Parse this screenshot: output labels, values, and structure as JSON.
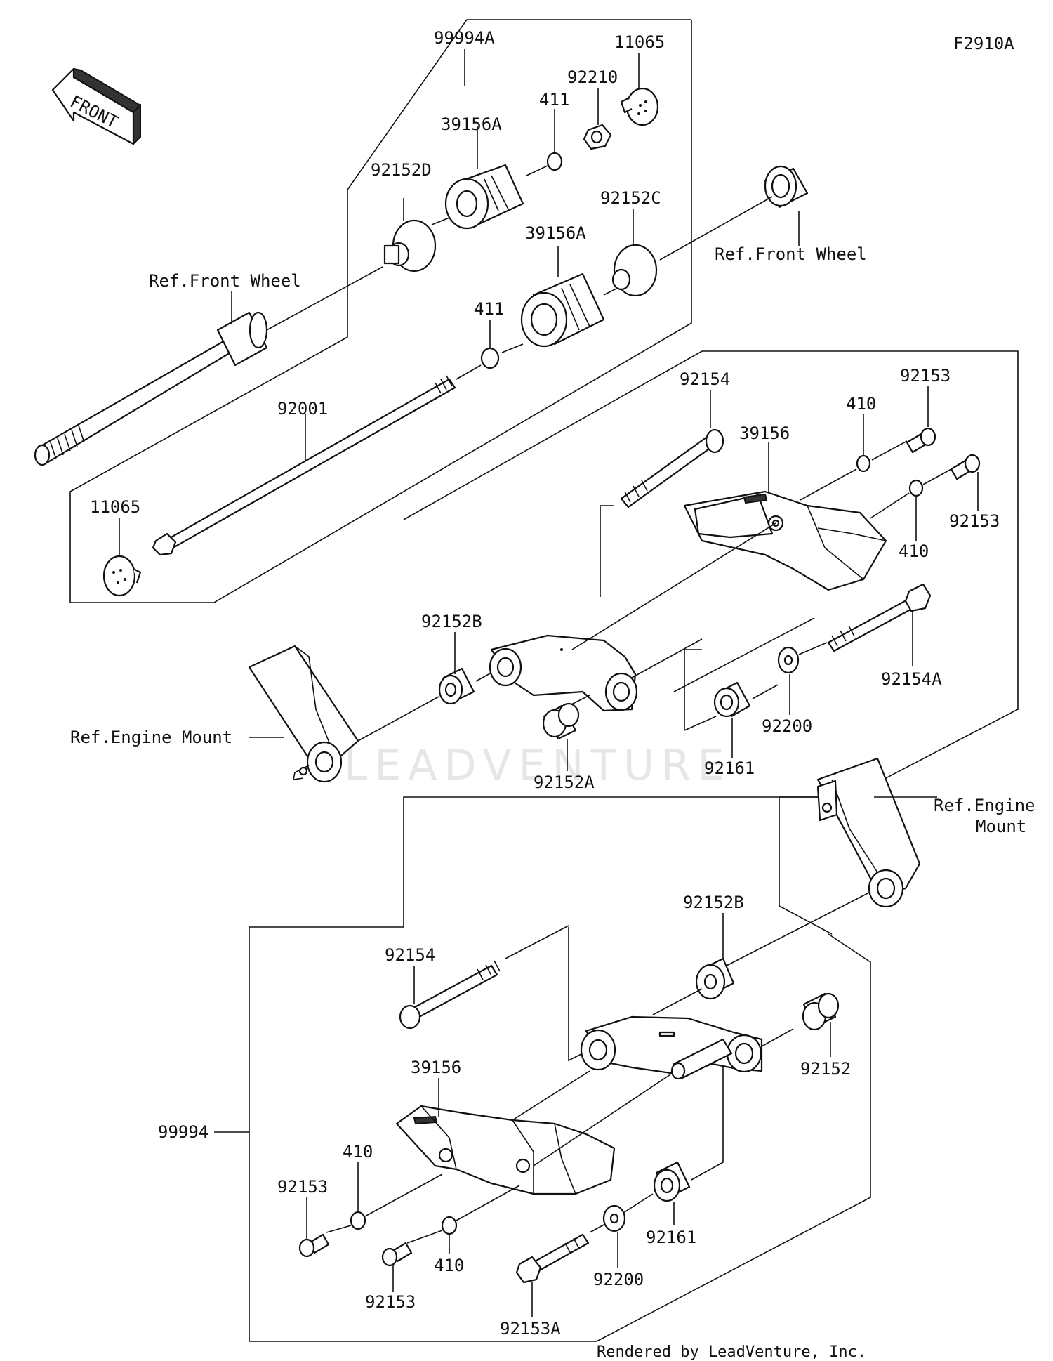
{
  "figure_code": "F2910A",
  "front_arrow_text": "FRONT",
  "watermark": "LEADVENTURE",
  "footer": "Rendered by LeadVenture, Inc.",
  "refs": {
    "front_wheel_left": "Ref.Front Wheel",
    "front_wheel_right": "Ref.Front Wheel",
    "engine_mount_left": "Ref.Engine Mount",
    "engine_mount_right_1": "Ref.Engine",
    "engine_mount_right_2": "Mount"
  },
  "labels": {
    "l99994A": "99994A",
    "l11065_top": "11065",
    "l92210": "92210",
    "l411_top": "411",
    "l39156A_top": "39156A",
    "l92152D": "92152D",
    "l92152C": "92152C",
    "l39156A_mid": "39156A",
    "l411_mid": "411",
    "l92001": "92001",
    "l11065_left": "11065",
    "l92154_upper": "92154",
    "l92153_upper_a": "92153",
    "l410_upper_a": "410",
    "l39156_upper": "39156",
    "l92153_upper_b": "92153",
    "l410_upper_b": "410",
    "l92152B_upper": "92152B",
    "l92154A": "92154A",
    "l92200_upper": "92200",
    "l92161_upper": "92161",
    "l92152A": "92152A",
    "l92152B_lower": "92152B",
    "l92154_lower": "92154",
    "l92152": "92152",
    "l39156_lower": "39156",
    "l99994": "99994",
    "l410_lower_a": "410",
    "l92153_lower_a": "92153",
    "l92153_lower_b": "92153",
    "l410_lower_b": "410",
    "l92161_lower": "92161",
    "l92200_lower": "92200",
    "l92153A": "92153A"
  }
}
